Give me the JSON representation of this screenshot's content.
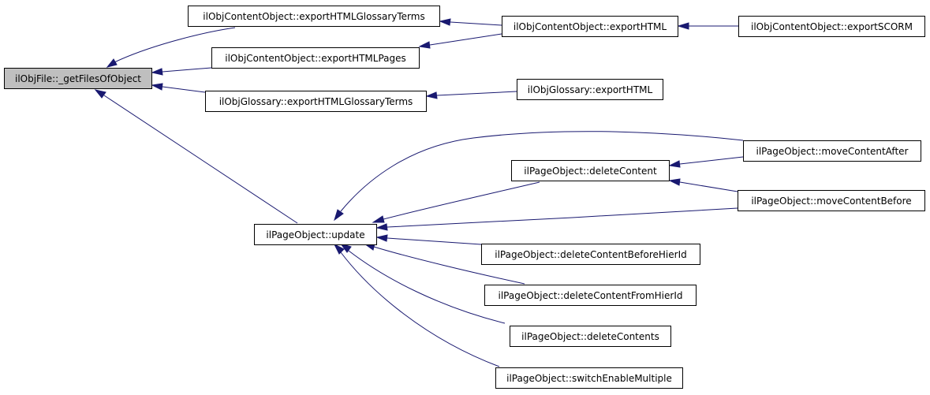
{
  "colors": {
    "edge": "#191970",
    "focus_fill": "#bfbfbf",
    "node_border": "#000000"
  },
  "nodes": {
    "n0": "ilObjFile::_getFilesOfObject",
    "n1": "ilObjContentObject::exportHTMLGlossaryTerms",
    "n2": "ilObjContentObject::exportHTMLPages",
    "n3": "ilObjGlossary::exportHTMLGlossaryTerms",
    "n4": "ilPageObject::update",
    "n5": "ilObjContentObject::exportHTML",
    "n6": "ilObjContentObject::exportSCORM",
    "n7": "ilObjGlossary::exportHTML",
    "n8": "ilPageObject::deleteContent",
    "n9": "ilPageObject::moveContentAfter",
    "n10": "ilPageObject::moveContentBefore",
    "n11": "ilPageObject::deleteContentBeforeHierId",
    "n12": "ilPageObject::deleteContentFromHierId",
    "n13": "ilPageObject::deleteContents",
    "n14": "ilPageObject::switchEnableMultiple"
  }
}
